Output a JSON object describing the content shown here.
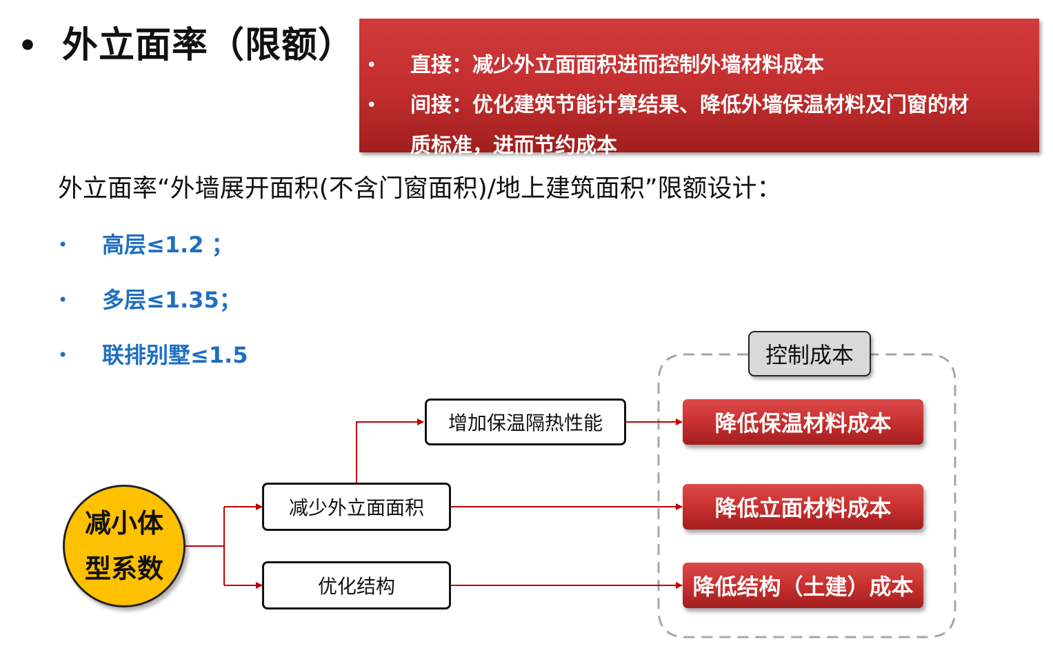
{
  "title": {
    "bullet": "•",
    "text": "外立面率（限额）"
  },
  "callout": {
    "bullet": "•",
    "line1": "直接：减少外立面面积进而控制外墙材料成本",
    "line2": "间接：优化建筑节能计算结果、降低外墙保温材料及门窗的材",
    "line3": "质标准，进而节约成本",
    "color": "#c8302f"
  },
  "description": "外立面率“外墙展开面积(不含门窗面积)/地上建筑面积”限额设计：",
  "limits": {
    "bullet": "•",
    "color": "#1e6fc0",
    "items": [
      "高层≤1.2 ；",
      "多层≤1.35；",
      "联排别墅≤1.5"
    ]
  },
  "diagram": {
    "root": "减小体型系数",
    "root_line1": "减小体",
    "root_line2": "型系数",
    "root_color": "#ffc000",
    "nodes": {
      "insulation": "增加保温隔热性能",
      "reduce_facade": "减少外立面面积",
      "optimize_structure": "优化结构"
    },
    "group_label": "控制成本",
    "outcomes": [
      "降低保温材料成本",
      "降低立面材料成本",
      "降低结构（土建）成本"
    ],
    "arrow_color": "#c00000"
  }
}
